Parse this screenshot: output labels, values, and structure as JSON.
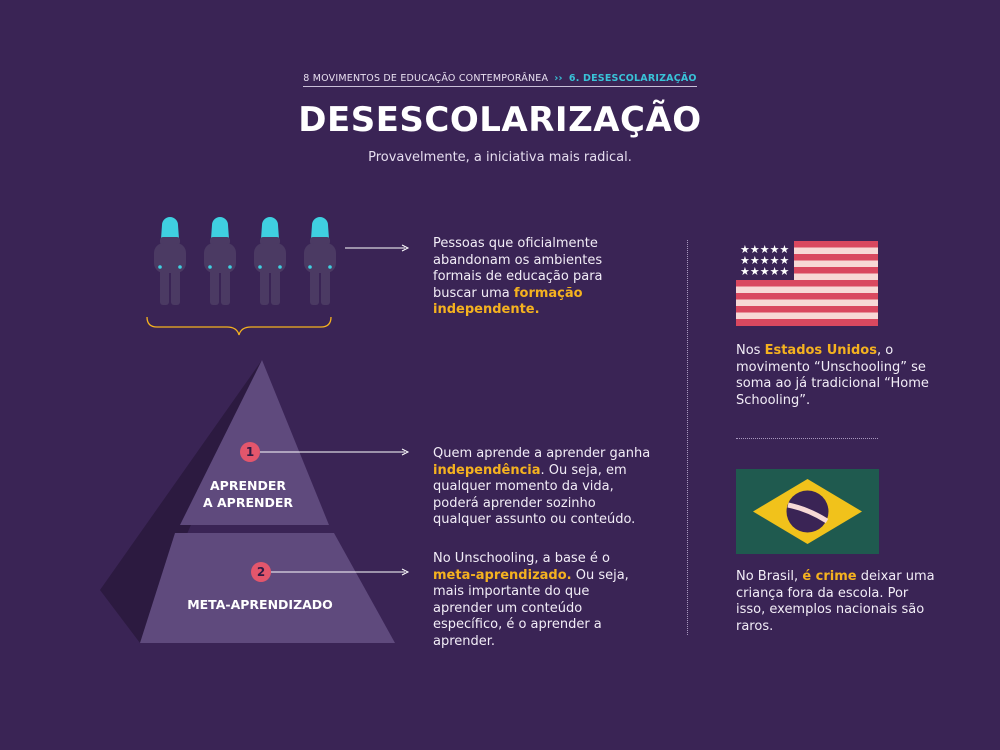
{
  "header": {
    "breadcrumb_parent": "8 MOVIMENTOS DE EDUCAÇÃO CONTEMPORÂNEA",
    "breadcrumb_separator": "››",
    "breadcrumb_current": "6. DESESCOLARIZAÇÃO",
    "title": "DESESCOLARIZAÇÃO",
    "subtitle": "Provavelmente, a iniciativa mais radical."
  },
  "people_section": {
    "figure_icon": "person-icon",
    "figure_count": 4,
    "text_before": "Pessoas que oficialmente abandonam os ambientes formais de educação para buscar uma ",
    "highlight": "formação independente."
  },
  "pyramid": {
    "top_label_line1": "APRENDER",
    "top_label_line2": "A APRENDER",
    "bottom_label": "META-APRENDIZADO",
    "badge1": "1",
    "badge2": "2",
    "text1_before": "Quem aprende a aprender ganha ",
    "text1_highlight": "independência",
    "text1_after": ". Ou seja, em qualquer momento da vida, poderá aprender sozinho qualquer assunto ou conteúdo.",
    "text2_before": "No Unschooling, a base é o ",
    "text2_highlight": "meta-aprendizado.",
    "text2_after": " Ou seja, mais importante do que aprender um conteúdo específico, é o aprender a aprender."
  },
  "usa": {
    "flag_icon": "usa-flag-icon",
    "text_before": "Nos ",
    "highlight": "Estados Unidos",
    "text_after": ", o movimento “Unschooling” se soma ao já tradicional “Home Schooling”."
  },
  "brazil": {
    "flag_icon": "brazil-flag-icon",
    "text_before": "No Brasil, ",
    "highlight": "é crime",
    "text_after": " deixar uma criança fora da escola. Por isso, exemplos nacionais são raros."
  },
  "colors": {
    "background": "#3a2455",
    "highlight": "#f5b21f",
    "accent_cyan": "#39c3d8",
    "badge": "#e3566c",
    "pyramid_front": "#5f4a7d",
    "pyramid_side": "#2c1a40"
  }
}
